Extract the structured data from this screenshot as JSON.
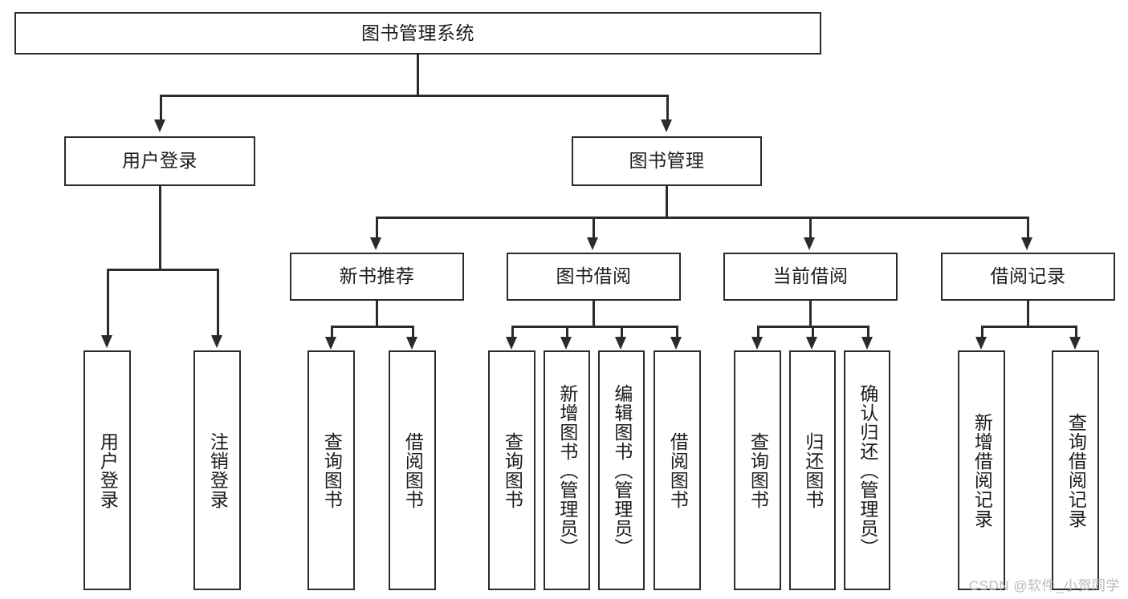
{
  "diagram": {
    "type": "tree",
    "title_node": {
      "label": "图书管理系统"
    },
    "level2": [
      {
        "label": "用户登录"
      },
      {
        "label": "图书管理"
      }
    ],
    "level3": [
      {
        "label": "新书推荐"
      },
      {
        "label": "图书借阅"
      },
      {
        "label": "当前借阅"
      },
      {
        "label": "借阅记录"
      }
    ],
    "leaves": {
      "user_login": [
        {
          "label": "用户登录"
        },
        {
          "label": "注销登录"
        }
      ],
      "new_book_recommend": [
        {
          "label": "查询图书"
        },
        {
          "label": "借阅图书"
        }
      ],
      "book_borrow": [
        {
          "label": "查询图书"
        },
        {
          "label": "新增图书（管理员）"
        },
        {
          "label": "编辑图书（管理员）"
        },
        {
          "label": "借阅图书"
        }
      ],
      "current_borrow": [
        {
          "label": "查询图书"
        },
        {
          "label": "归还图书"
        },
        {
          "label": "确认归还（管理员）"
        }
      ],
      "borrow_records": [
        {
          "label": "新增借阅记录"
        },
        {
          "label": "查询借阅记录"
        }
      ]
    }
  },
  "watermark": {
    "text": "CSDN @软件_小贺同学"
  },
  "colors": {
    "stroke": "#2b2b2b",
    "background": "#ffffff",
    "text": "#1b1b1b",
    "watermark": "#b9b9b9"
  }
}
